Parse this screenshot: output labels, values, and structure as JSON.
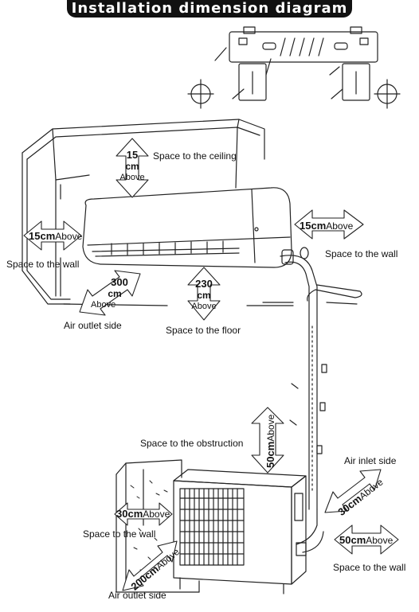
{
  "title": "Installation dimension diagram",
  "indoor": {
    "ceiling": {
      "value": "15",
      "unit": "cm",
      "above": "Above",
      "label": "Space to the ceiling"
    },
    "wall_left": {
      "value": "15cm",
      "above": "Above",
      "label": "Space to the wall"
    },
    "wall_right": {
      "value": "15cm",
      "above": "Above",
      "label": "Space to the wall"
    },
    "outlet": {
      "value": "300",
      "unit": "cm",
      "above": "Above",
      "label": "Air outlet side"
    },
    "floor": {
      "value": "230",
      "unit": "cm",
      "above": "Above",
      "label": "Space to the floor"
    }
  },
  "outdoor": {
    "obstruction": {
      "value": "50cm",
      "above": "Above",
      "label": "Space to the obstruction"
    },
    "inlet": {
      "value": "30cm",
      "above": "Above",
      "label": "Air inlet side"
    },
    "wall_back": {
      "value": "30cm",
      "above": "Above",
      "label": "Space to the wall"
    },
    "wall_right": {
      "value": "50cm",
      "above": "Above",
      "label": "Space to the wall"
    },
    "outlet": {
      "value": "200cm",
      "above": "Above",
      "label": "Air outlet side"
    }
  }
}
